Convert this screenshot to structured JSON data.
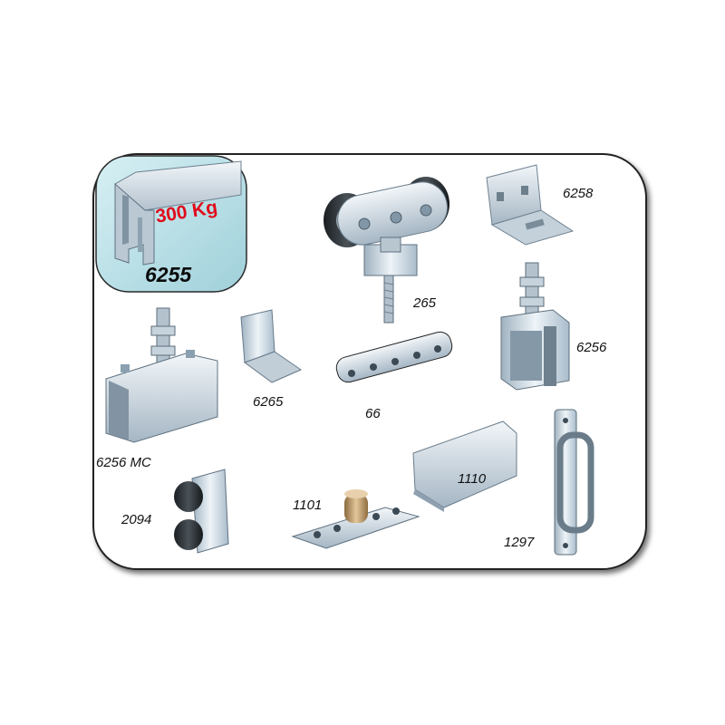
{
  "featured_rail": {
    "code": "6255",
    "load_rating": "300 Kg"
  },
  "parts": [
    {
      "code": "265"
    },
    {
      "code": "6258"
    },
    {
      "code": "6256"
    },
    {
      "code": "6256 MC"
    },
    {
      "code": "6265"
    },
    {
      "code": "66"
    },
    {
      "code": "2094"
    },
    {
      "code": "1101"
    },
    {
      "code": "1110"
    },
    {
      "code": "1297"
    }
  ],
  "colors": {
    "accent_red": "#e00c1c",
    "panel_teal": "#bfe3ea",
    "metal": "#c8d4dc"
  }
}
